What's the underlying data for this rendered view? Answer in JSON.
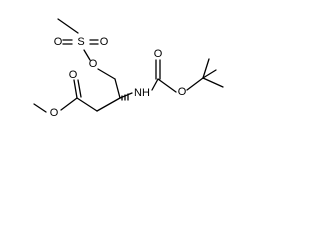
{
  "molecule": {
    "atoms": {
      "s1": "S",
      "o_s_left": "O",
      "o_s_right": "O",
      "o_mesyl": "O",
      "o_carbonyl_top": "O",
      "o_tbu": "O",
      "n_amide": "NH",
      "o_ester_carbonyl": "O",
      "o_ester": "O"
    },
    "colors": {
      "bond": "#000000",
      "text": "#000000",
      "background": "#ffffff"
    }
  }
}
